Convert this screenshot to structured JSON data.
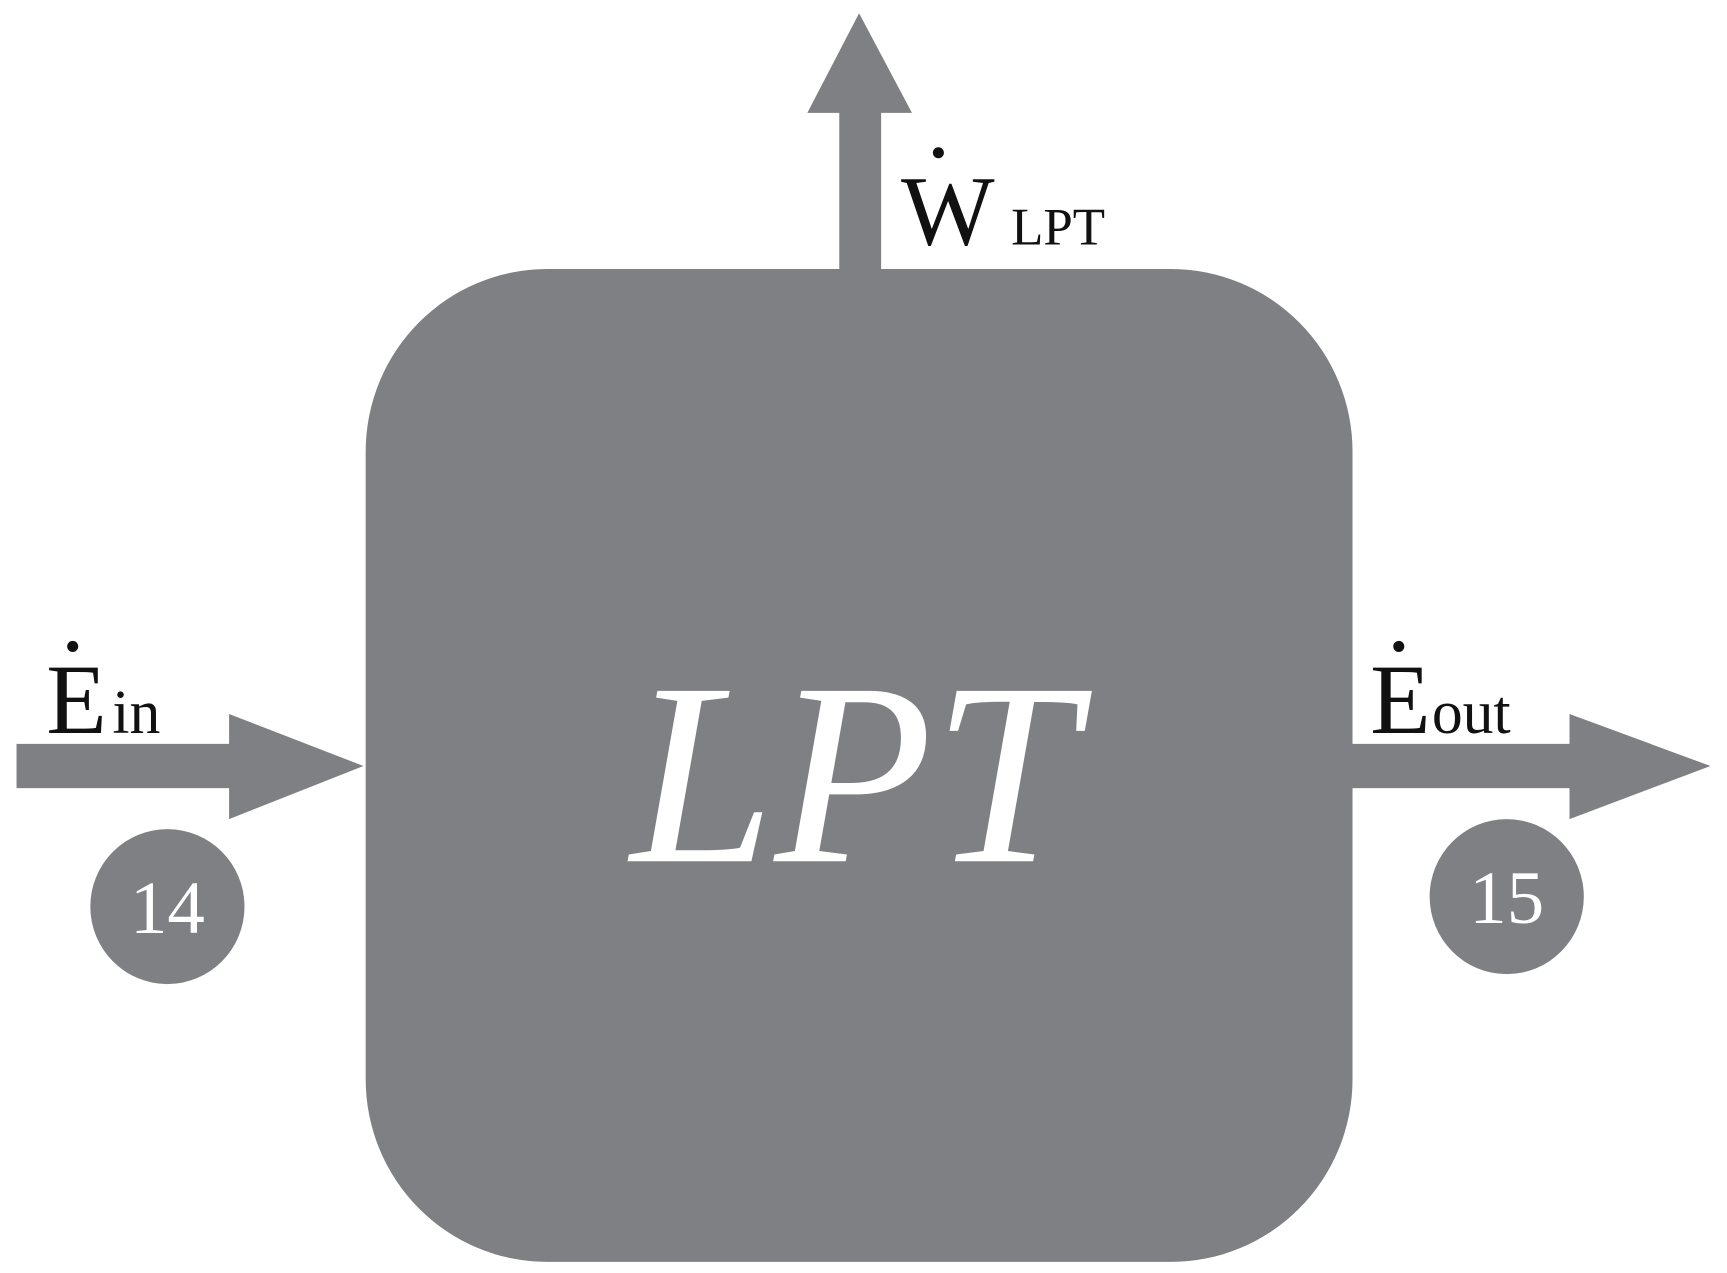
{
  "colors": {
    "component_fill": "#7f8084",
    "label_text": "#111111",
    "inner_text": "#ffffff",
    "background": "#ffffff"
  },
  "component": {
    "label": "LPT"
  },
  "work_output": {
    "symbol": "W",
    "subscript": "LPT",
    "dot_accent": true
  },
  "energy_in": {
    "symbol": "E",
    "subscript": "in",
    "dot_accent": true,
    "state_number": "14"
  },
  "energy_out": {
    "symbol": "E",
    "subscript": "out",
    "dot_accent": true,
    "state_number": "15"
  }
}
